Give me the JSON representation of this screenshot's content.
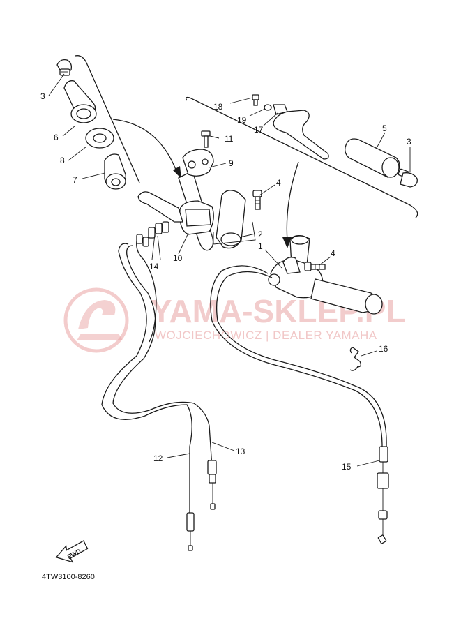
{
  "watermark": {
    "brand": "YAMA-SKLEP.PL",
    "tagline": "WOJCIECHOWICZ | DEALER YAMAHA",
    "color": "#e9a3a3"
  },
  "diagram_code": "4TW3100-8260",
  "fwd_label": "FWD",
  "callouts": {
    "c1": "1",
    "c2": "2",
    "c3a": "3",
    "c3b": "3",
    "c4a": "4",
    "c4b": "4",
    "c5": "5",
    "c6": "6",
    "c7": "7",
    "c8": "8",
    "c9": "9",
    "c10": "10",
    "c11": "11",
    "c12": "12",
    "c13": "13",
    "c14": "14",
    "c15": "15",
    "c16": "16",
    "c17": "17",
    "c18": "18",
    "c19": "19"
  }
}
